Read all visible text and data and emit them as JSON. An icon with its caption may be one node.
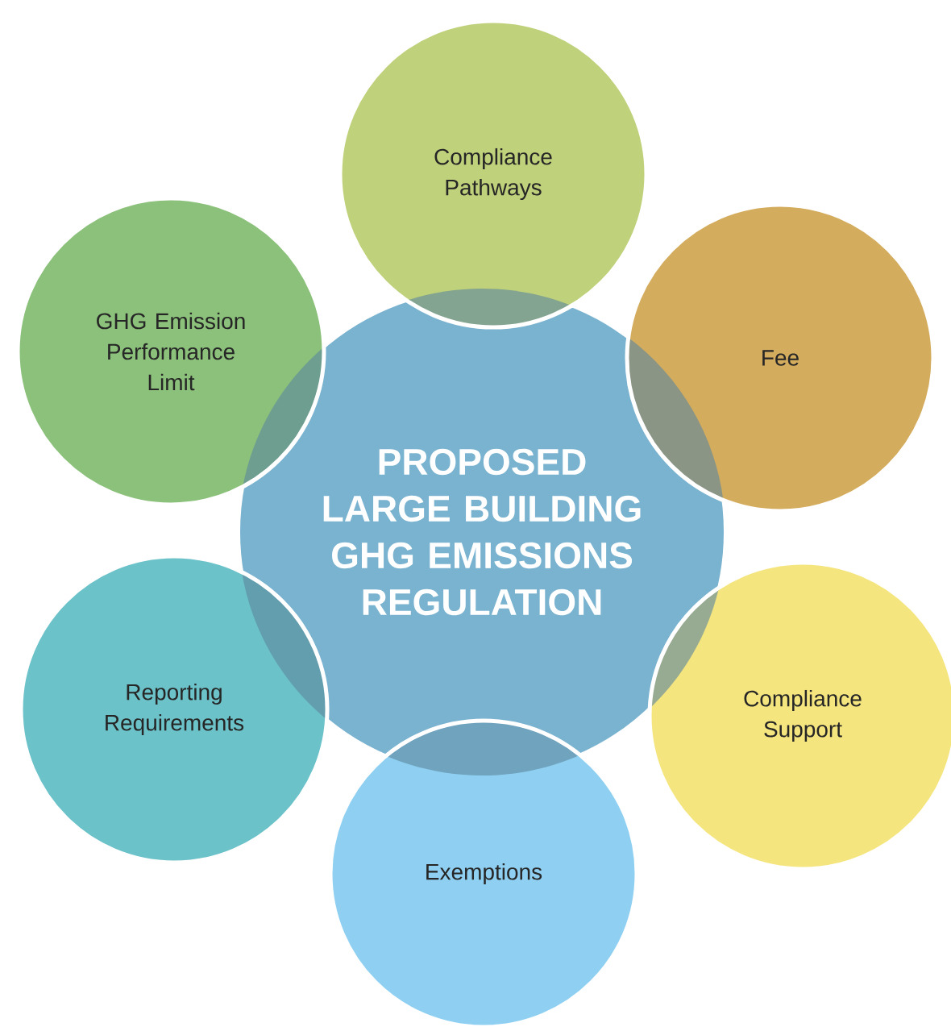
{
  "diagram": {
    "nodes": [
      {
        "text": [
          "PROPOSED LARGE BUILDING GHG EMISSIONS REGULATION"
        ]
      },
      {
        "text": [
          "Compliance Pathways"
        ]
      },
      {
        "text": [
          "Fee"
        ]
      },
      {
        "text": [
          "Compliance Support"
        ]
      },
      {
        "text": [
          "Exemptions"
        ]
      },
      {
        "text": [
          "Reporting Requirements"
        ]
      },
      {
        "text": [
          "GHG Emission Performance Limit"
        ]
      }
    ]
  }
}
